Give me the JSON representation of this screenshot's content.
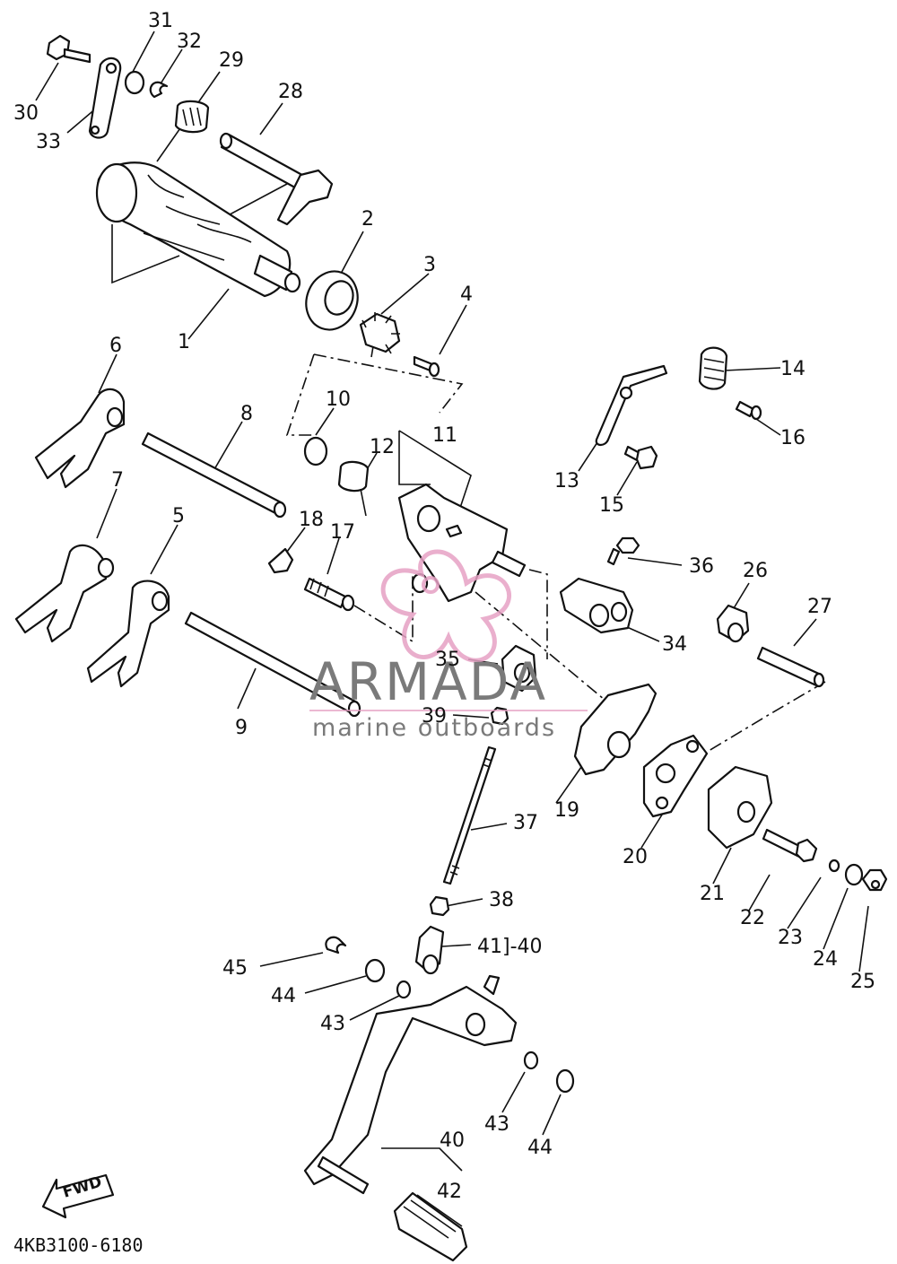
{
  "diagram": {
    "part_code": "4KB3100-6180",
    "fwd_label": "FWD",
    "callouts": [
      "1",
      "2",
      "3",
      "4",
      "5",
      "6",
      "7",
      "8",
      "9",
      "10",
      "11",
      "12",
      "13",
      "14",
      "15",
      "16",
      "17",
      "18",
      "19",
      "20",
      "21",
      "22",
      "23",
      "24",
      "25",
      "26",
      "27",
      "28",
      "29",
      "30",
      "31",
      "32",
      "33",
      "34",
      "35",
      "36",
      "37",
      "38",
      "39",
      "40",
      "41",
      "42",
      "43",
      "44",
      "45"
    ],
    "label_41_40": "41]-40"
  },
  "watermark": {
    "brand": "ARMADA",
    "tagline": "marine outboards",
    "colors": {
      "logo": "#e6a1c4",
      "text": "#7a7a7a"
    }
  }
}
